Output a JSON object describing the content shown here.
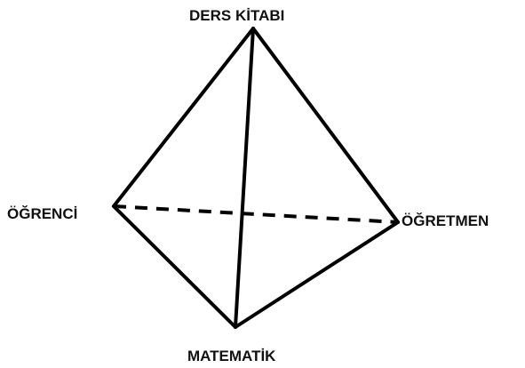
{
  "diagram": {
    "vertices": {
      "top": {
        "label": "DERS KİTABI"
      },
      "left": {
        "label": "ÖĞRENCİ"
      },
      "right": {
        "label": "ÖĞRETMEN"
      },
      "bottom": {
        "label": "MATEMATİK"
      }
    },
    "edges": [
      {
        "from": "top",
        "to": "left",
        "style": "solid"
      },
      {
        "from": "top",
        "to": "right",
        "style": "solid"
      },
      {
        "from": "top",
        "to": "bottom",
        "style": "solid"
      },
      {
        "from": "left",
        "to": "bottom",
        "style": "solid"
      },
      {
        "from": "right",
        "to": "bottom",
        "style": "solid"
      },
      {
        "from": "left",
        "to": "right",
        "style": "dashed"
      }
    ],
    "colors": {
      "line": "#000000",
      "text": "#111111",
      "background": "#ffffff"
    }
  }
}
